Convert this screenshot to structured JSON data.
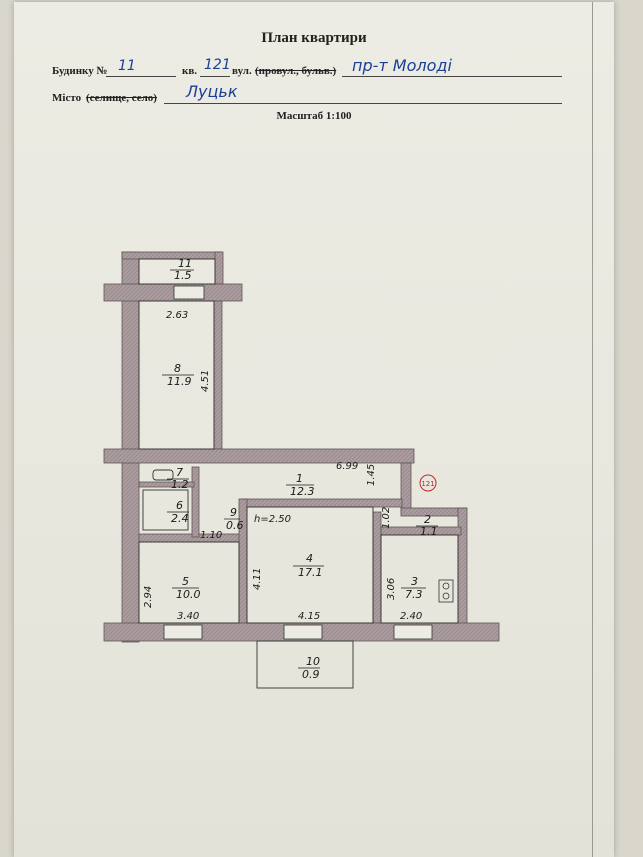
{
  "header": {
    "title": "План квартири",
    "building_label": "Будинку №",
    "building_value": "11",
    "apt_label": "кв.",
    "apt_value": "121",
    "street_label": "вул.",
    "street_type_struck": "(провул., бульв.)",
    "street_value": "пр-т Молоді",
    "city_label": "Місто",
    "city_struck": "(селище, село)",
    "city_value": "Луцьк",
    "scale": "Масштаб 1:100"
  },
  "plan": {
    "ceiling_height": "h=2.50",
    "stamp_number": "121",
    "rooms": [
      {
        "number": "11",
        "area": "1.5"
      },
      {
        "number": "8",
        "area": "11.9"
      },
      {
        "number": "7",
        "area": "1.2"
      },
      {
        "number": "6",
        "area": "2.4"
      },
      {
        "number": "1",
        "area": "12.3"
      },
      {
        "number": "9",
        "area": "0.6"
      },
      {
        "number": "2",
        "area": "1.1"
      },
      {
        "number": "5",
        "area": "10.0"
      },
      {
        "number": "4",
        "area": "17.1"
      },
      {
        "number": "3",
        "area": "7.3"
      },
      {
        "number": "10",
        "area": "0.9"
      }
    ],
    "dimensions": [
      "2.63",
      "4.51",
      "6.99",
      "1.45",
      "1.10",
      "1.02",
      "2.94",
      "4.11",
      "3.06",
      "3.40",
      "4.15",
      "2.40"
    ]
  },
  "colors": {
    "wall": "#a89a9c",
    "ink": "#1c3f96",
    "stamp": "#c8262f"
  }
}
